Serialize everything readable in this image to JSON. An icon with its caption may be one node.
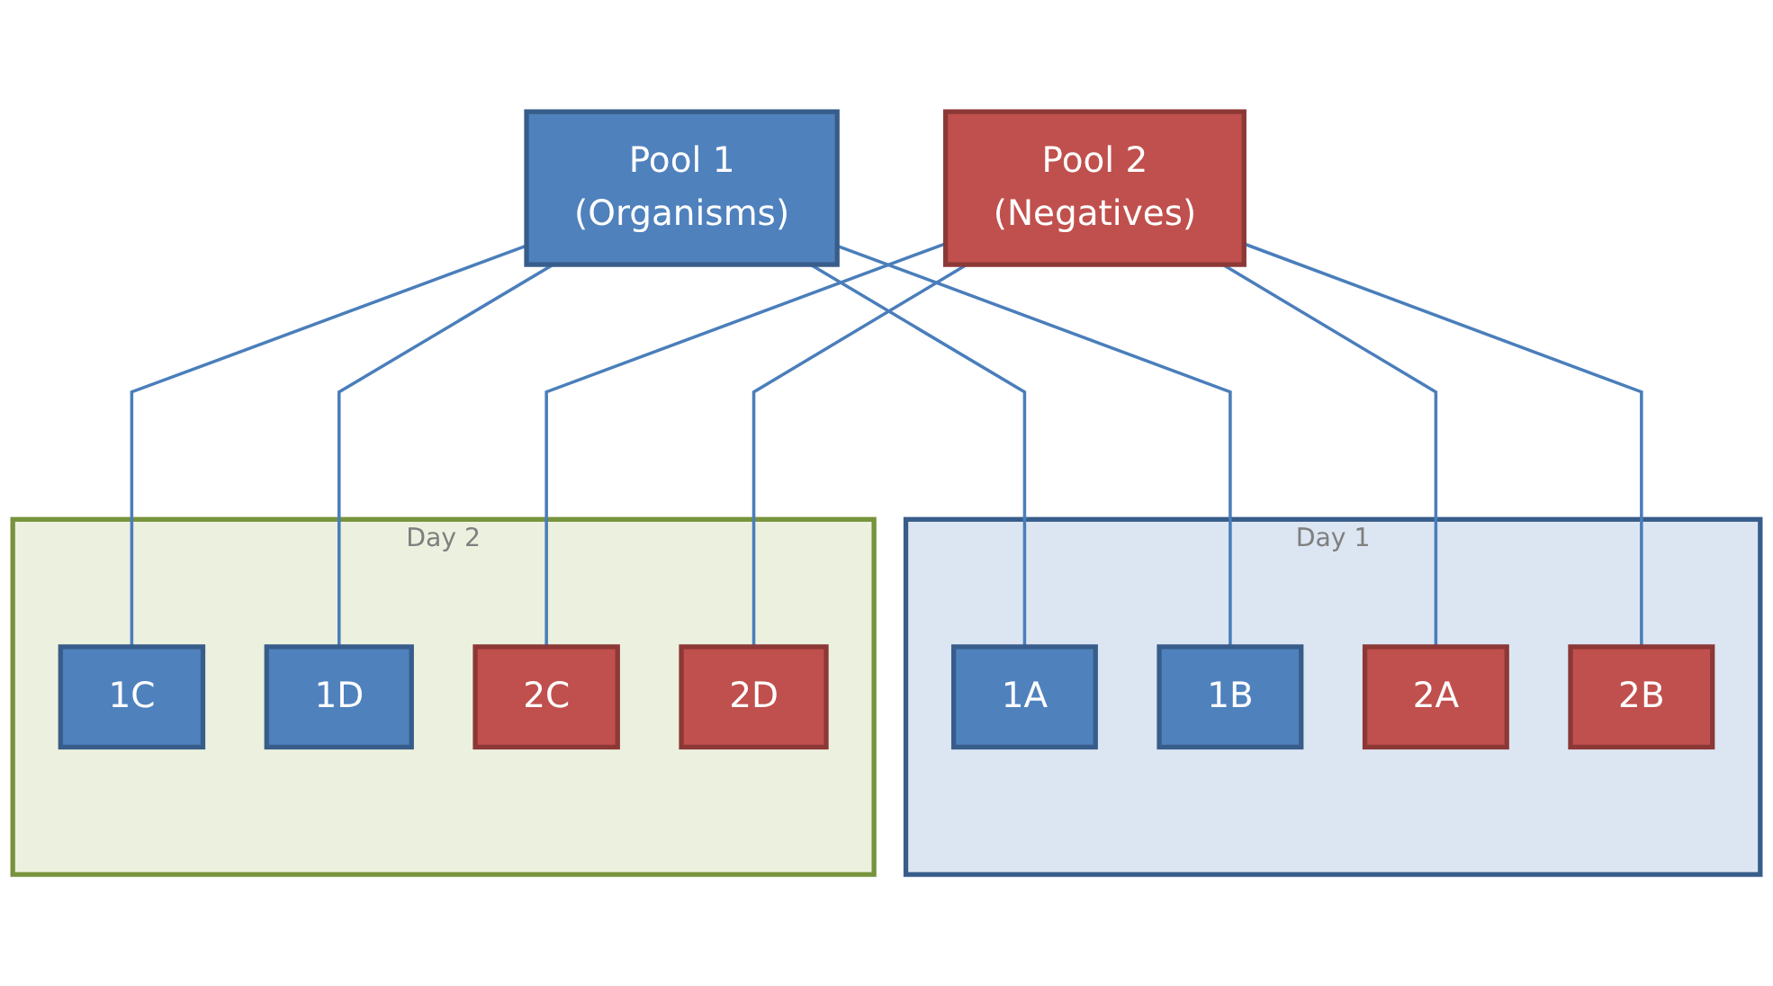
{
  "diagram": {
    "nodes": [
      {
        "text": [
          "Pool 1",
          "(Organisms)"
        ]
      },
      {
        "text": [
          "Pool 2",
          "(Negatives)"
        ]
      },
      {
        "text": [
          "Day 1"
        ]
      },
      {
        "text": [
          "1A"
        ],
        "in": 2
      },
      {
        "text": [
          "1B"
        ],
        "in": 2
      },
      {
        "text": [
          "2A"
        ],
        "in": 2
      },
      {
        "text": [
          "2B"
        ],
        "in": 2
      },
      {
        "text": [
          "Day 2"
        ]
      },
      {
        "text": [
          "1C"
        ],
        "in": 7
      },
      {
        "text": [
          "1D"
        ],
        "in": 7
      },
      {
        "text": [
          "2C"
        ],
        "in": 7
      },
      {
        "text": [
          "2D"
        ],
        "in": 7
      }
    ],
    "edges": [
      {
        "from": 0,
        "to": 3,
        "arrow": "none"
      },
      {
        "from": 0,
        "to": 4,
        "arrow": "none"
      },
      {
        "from": 0,
        "to": 8,
        "arrow": "none"
      },
      {
        "from": 0,
        "to": 9,
        "arrow": "none"
      },
      {
        "from": 1,
        "to": 5,
        "arrow": "none"
      },
      {
        "from": 1,
        "to": 6,
        "arrow": "none"
      },
      {
        "from": 1,
        "to": 10,
        "arrow": "none"
      },
      {
        "from": 1,
        "to": 11,
        "arrow": "none"
      }
    ]
  }
}
